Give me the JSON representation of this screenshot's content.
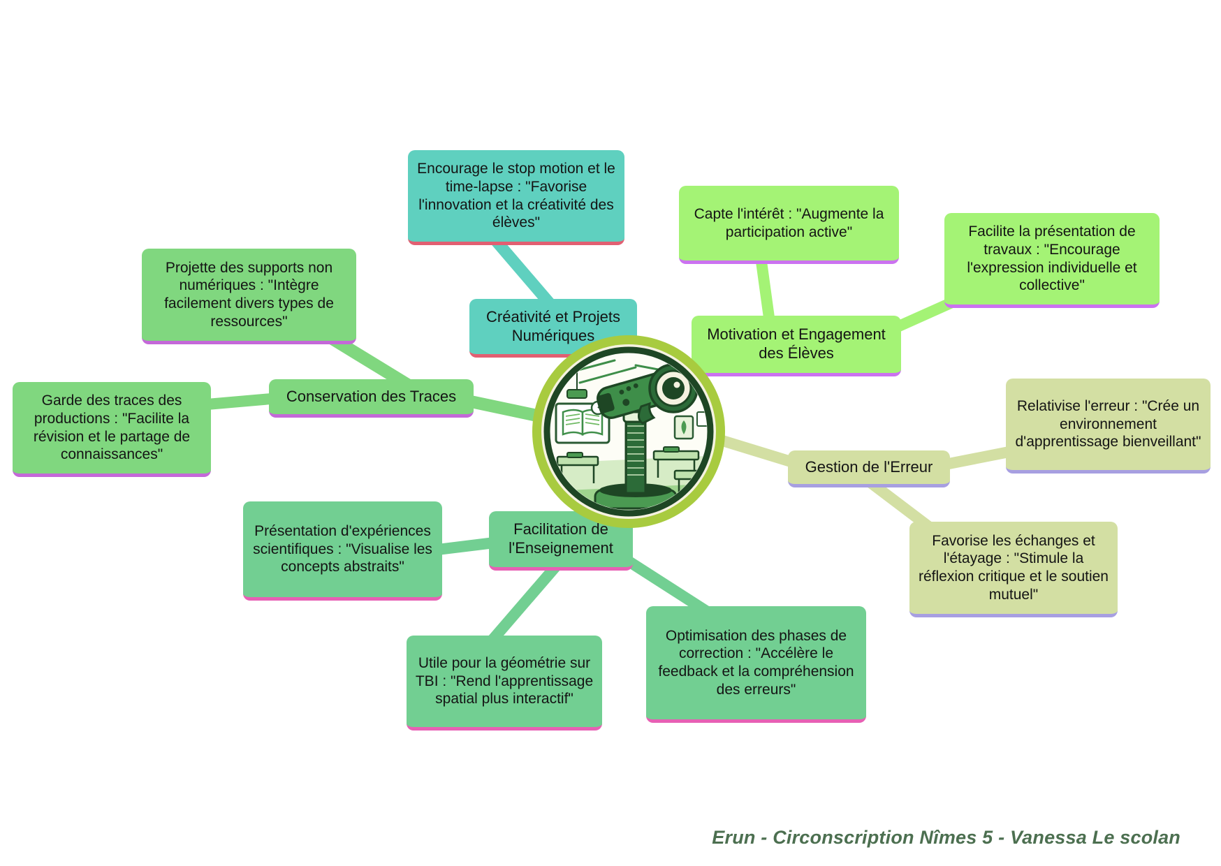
{
  "title": "Carte mentale : usages du visualiseur en classe",
  "center": {
    "icon": "document-camera-classroom-illustration",
    "ring_color": "#a8cb3f",
    "ink_color": "#1e4624"
  },
  "footer": {
    "credit": "Erun - Circonscription Nîmes 5 - Vanessa Le scolan",
    "color": "#4c6f50"
  },
  "branches": [
    {
      "id": "creativite",
      "label": "Créativité et Projets Numériques",
      "color": "#5fd0bf",
      "underline": "#e25f72",
      "children": [
        {
          "text": "Encourage le stop motion et le time-lapse : \"Favorise l'innovation et la créativité des élèves\""
        }
      ]
    },
    {
      "id": "motivation",
      "label": "Motivation et Engagement des Élèves",
      "color": "#a4f375",
      "underline": "#cb72f0",
      "children": [
        {
          "text": "Capte l'intérêt : \"Augmente la participation active\""
        },
        {
          "text": "Facilite la présentation de travaux : \"Encourage l'expression individuelle et collective\""
        }
      ]
    },
    {
      "id": "gestion",
      "label": "Gestion de l'Erreur",
      "color": "#d3dfa3",
      "underline": "#a79fe1",
      "children": [
        {
          "text": "Relativise l'erreur : \"Crée un environnement d'apprentissage bienveillant\""
        },
        {
          "text": "Favorise les échanges et l'étayage : \"Stimule la réflexion critique et le soutien mutuel\""
        }
      ]
    },
    {
      "id": "conservation",
      "label": "Conservation des Traces",
      "color": "#80d77f",
      "underline": "#c468d8",
      "children": [
        {
          "text": "Projette des supports non numériques : \"Intègre facilement divers types de ressources\""
        },
        {
          "text": "Garde des traces des productions : \"Facilite la révision et le partage de connaissances\""
        }
      ]
    },
    {
      "id": "facilitation",
      "label": "Facilitation de l'Enseignement",
      "color": "#72cf92",
      "underline": "#e760b4",
      "children": [
        {
          "text": "Présentation d'expériences scientifiques : \"Visualise les concepts abstraits\""
        },
        {
          "text": "Utile pour la géométrie sur TBI : \"Rend l'apprentissage spatial plus interactif\""
        },
        {
          "text": "Optimisation des phases de correction : \"Accélère le feedback et la compréhension des erreurs\""
        }
      ]
    }
  ]
}
